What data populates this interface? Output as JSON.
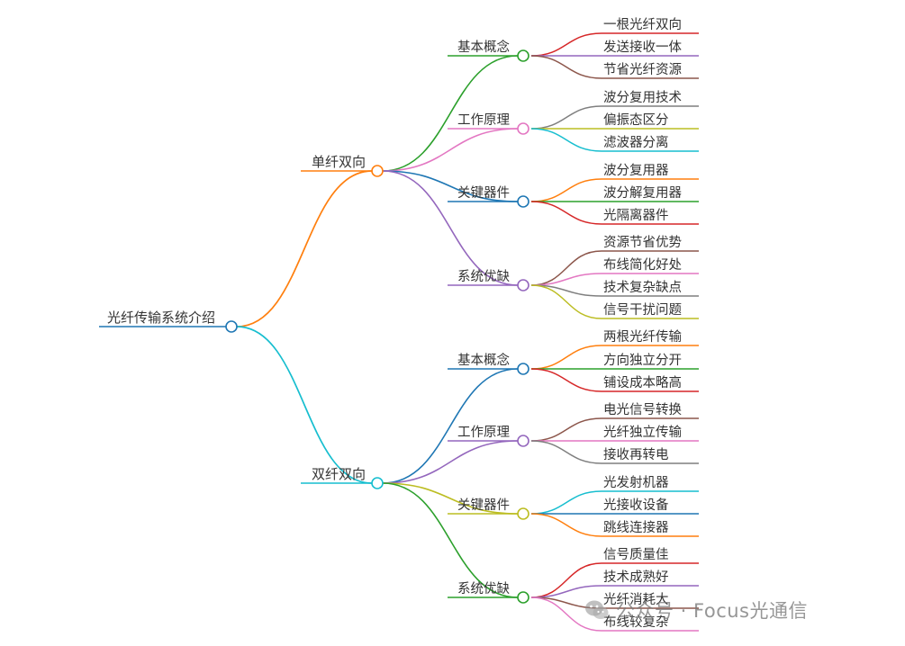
{
  "colors": {
    "root": "#1f77b4",
    "orange": "#ff7f0e",
    "cyan": "#17becf",
    "green": "#2ca02c",
    "pink": "#e377c2",
    "blue": "#1f77b4",
    "purple": "#9467bd",
    "red": "#d62728",
    "brown": "#8c564b",
    "gray": "#7f7f7f",
    "olive": "#bcbd22"
  },
  "root": {
    "label": "光纤传输系统介绍",
    "children": [
      {
        "label": "单纤双向",
        "color": "orange",
        "children": [
          {
            "label": "基本概念",
            "color": "green",
            "children": [
              {
                "label": "一根光纤双向",
                "color": "red"
              },
              {
                "label": "发送接收一体",
                "color": "purple"
              },
              {
                "label": "节省光纤资源",
                "color": "brown"
              }
            ]
          },
          {
            "label": "工作原理",
            "color": "pink",
            "children": [
              {
                "label": "波分复用技术",
                "color": "gray"
              },
              {
                "label": "偏振态区分",
                "color": "olive"
              },
              {
                "label": "滤波器分离",
                "color": "cyan"
              }
            ]
          },
          {
            "label": "关键器件",
            "color": "blue",
            "children": [
              {
                "label": "波分复用器",
                "color": "orange"
              },
              {
                "label": "波分解复用器",
                "color": "green"
              },
              {
                "label": "光隔离器件",
                "color": "red"
              }
            ]
          },
          {
            "label": "系统优缺",
            "color": "purple",
            "children": [
              {
                "label": "资源节省优势",
                "color": "brown"
              },
              {
                "label": "布线简化好处",
                "color": "pink"
              },
              {
                "label": "技术复杂缺点",
                "color": "gray"
              },
              {
                "label": "信号干扰问题",
                "color": "olive"
              }
            ]
          }
        ]
      },
      {
        "label": "双纤双向",
        "color": "cyan",
        "children": [
          {
            "label": "基本概念",
            "color": "blue",
            "children": [
              {
                "label": "两根光纤传输",
                "color": "orange"
              },
              {
                "label": "方向独立分开",
                "color": "green"
              },
              {
                "label": "铺设成本略高",
                "color": "red"
              }
            ]
          },
          {
            "label": "工作原理",
            "color": "purple",
            "children": [
              {
                "label": "电光信号转换",
                "color": "brown"
              },
              {
                "label": "光纤独立传输",
                "color": "pink"
              },
              {
                "label": "接收再转电",
                "color": "gray"
              }
            ]
          },
          {
            "label": "关键器件",
            "color": "olive",
            "children": [
              {
                "label": "光发射机器",
                "color": "cyan"
              },
              {
                "label": "光接收设备",
                "color": "blue"
              },
              {
                "label": "跳线连接器",
                "color": "orange"
              }
            ]
          },
          {
            "label": "系统优缺",
            "color": "green",
            "children": [
              {
                "label": "信号质量佳",
                "color": "red"
              },
              {
                "label": "技术成熟好",
                "color": "purple"
              },
              {
                "label": "光纤消耗大",
                "color": "brown"
              },
              {
                "label": "布线较复杂",
                "color": "pink"
              }
            ]
          }
        ]
      }
    ]
  },
  "watermark": {
    "text": "公众号 · Focus光通信",
    "icon": "wechat-icon"
  }
}
